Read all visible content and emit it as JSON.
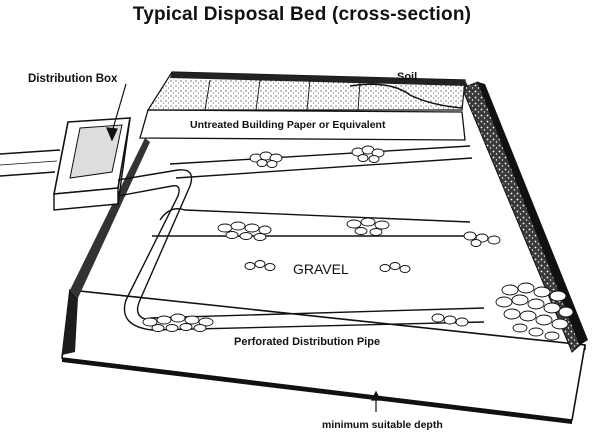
{
  "title": "Typical Disposal Bed (cross-section)",
  "labels": {
    "distribution_box": "Distribution Box",
    "soil": "Soil",
    "paper": "Untreated Building Paper or Equivalent",
    "gravel": "GRAVEL",
    "pipe": "Perforated Distribution Pipe",
    "depth": "minimum suitable depth"
  },
  "colors": {
    "ink": "#111111",
    "paper": "#ffffff",
    "shade": "#2a2a2a"
  }
}
